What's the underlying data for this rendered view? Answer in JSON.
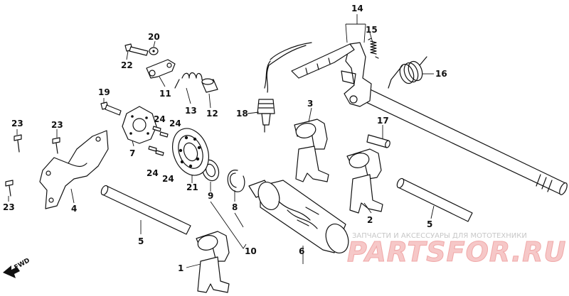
{
  "diagram": {
    "direction_label": "FWD",
    "watermark": {
      "caption": "ЗАПЧАСТИ И АКСЕССУАРЫ ДЛЯ МОТОТЕХНИКИ",
      "brand": "PARTSFOR.RU"
    },
    "callouts": [
      {
        "id": "c1",
        "text": "1"
      },
      {
        "id": "c2",
        "text": "2"
      },
      {
        "id": "c3",
        "text": "3"
      },
      {
        "id": "c4",
        "text": "4"
      },
      {
        "id": "c5a",
        "text": "5"
      },
      {
        "id": "c5b",
        "text": "5"
      },
      {
        "id": "c6",
        "text": "6"
      },
      {
        "id": "c7",
        "text": "7"
      },
      {
        "id": "c8",
        "text": "8"
      },
      {
        "id": "c9",
        "text": "9"
      },
      {
        "id": "c10",
        "text": "10"
      },
      {
        "id": "c11",
        "text": "11"
      },
      {
        "id": "c12",
        "text": "12"
      },
      {
        "id": "c13",
        "text": "13"
      },
      {
        "id": "c14",
        "text": "14"
      },
      {
        "id": "c15",
        "text": "15"
      },
      {
        "id": "c16",
        "text": "16"
      },
      {
        "id": "c17",
        "text": "17"
      },
      {
        "id": "c18",
        "text": "18"
      },
      {
        "id": "c19",
        "text": "19"
      },
      {
        "id": "c20",
        "text": "20"
      },
      {
        "id": "c21",
        "text": "21"
      },
      {
        "id": "c22",
        "text": "22"
      },
      {
        "id": "c23a",
        "text": "23"
      },
      {
        "id": "c23b",
        "text": "23"
      },
      {
        "id": "c23c",
        "text": "23"
      },
      {
        "id": "c24a",
        "text": "24"
      },
      {
        "id": "c24b",
        "text": "24"
      },
      {
        "id": "c24c",
        "text": "24"
      },
      {
        "id": "c24d",
        "text": "24"
      }
    ]
  }
}
